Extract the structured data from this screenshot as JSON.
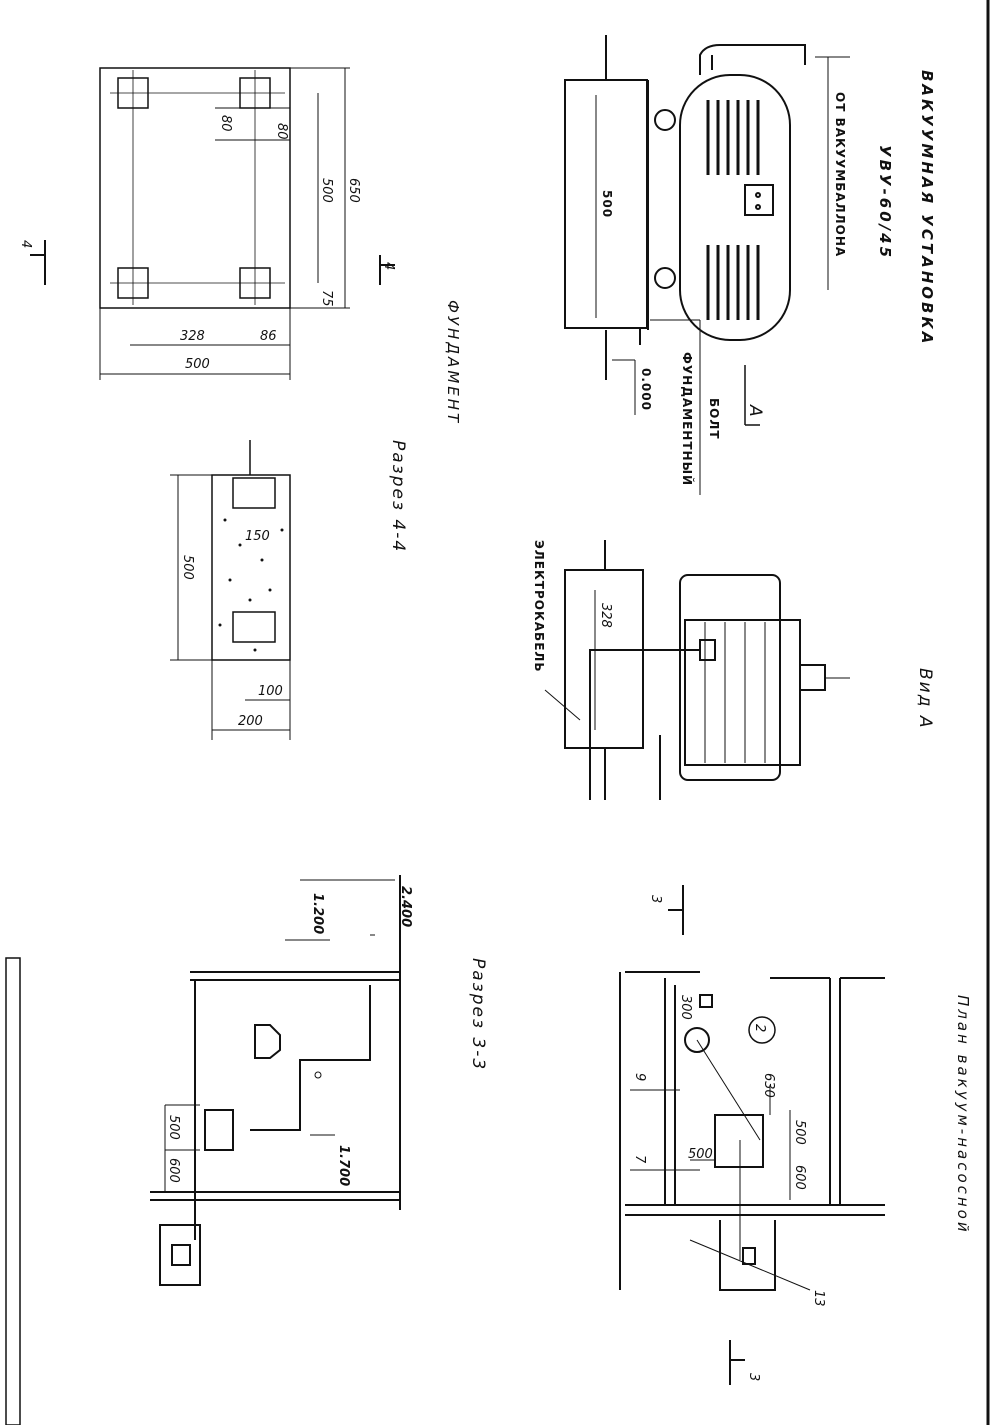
{
  "title": {
    "line1": "ВАКУУМНАЯ УСТАНОВКА",
    "line2": "УВУ-60/45"
  },
  "unit_labels": {
    "from_cylinder": "ОТ ВАКУУМБАЛЛОНА",
    "bolt_line1": "БОЛТ",
    "bolt_line2": "ФУНДАМЕНТНЫЙ",
    "level_zero": "0.000",
    "dim_500": "500",
    "view_arrow": "А"
  },
  "view_a": {
    "title": "Вид А",
    "cable": "ЭЛЕКТРОКАБЕЛЬ",
    "dim_328": "328"
  },
  "foundation": {
    "title": "ФУНДАМЕНТ",
    "dims": {
      "d80a": "80",
      "d80b": "80",
      "d500": "500",
      "d650": "650",
      "d75": "75",
      "d328": "328",
      "d86": "86",
      "d500w": "500"
    },
    "section_mark": "4"
  },
  "section_44": {
    "title": "Разрез 4-4",
    "dims": {
      "d150": "150",
      "d500": "500",
      "d100": "100",
      "d200": "200"
    }
  },
  "plan": {
    "title": "План вакуум-насосной",
    "section_mark": "3",
    "dims": {
      "d300": "300",
      "d630": "630",
      "d500a": "500",
      "d600": "600",
      "d500b": "500"
    },
    "callouts": {
      "c2": "2",
      "c9": "9",
      "c7": "7",
      "c13": "13"
    }
  },
  "section_33": {
    "title": "Разрез 3-3",
    "levels": {
      "l2400": "2.400",
      "l1200": "1.200",
      "l1700": "1.700"
    },
    "dims": {
      "d500": "500",
      "d600": "600"
    }
  }
}
